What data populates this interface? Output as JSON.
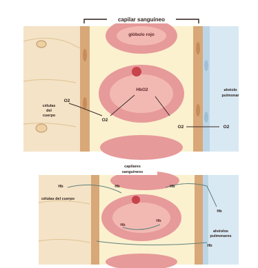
{
  "top_panel": {
    "bracket_title": "capilar sanguíneo",
    "rbc_top_label": "glóbulo rojo",
    "hemo_label": "HbO2",
    "o2_left": "O2",
    "o2_mid": "O2",
    "o2_right_a": "O2",
    "o2_right_b": "O2",
    "left_side_label_1": "células",
    "left_side_label_2": "del",
    "left_side_label_3": "cuerpo",
    "right_side_label_1": "alvéolo",
    "right_side_label_2": "pulmonar"
  },
  "bottom_panel": {
    "capillary_label_1": "capilares",
    "capillary_label_2": "sanguíneos",
    "cells_label": "células del cuerpo",
    "hb_left": "Hb",
    "hb_mid": "Hb",
    "hb_right": "Hb",
    "hb_center_1": "Hb",
    "hb_center_2": "Hb",
    "hb_alveoli": "Hb",
    "alveoli_label_1": "alvéolos",
    "alveoli_label_2": "pulmonares",
    "bottom_tag": "Hb"
  },
  "colors": {
    "bg": "#ffffff",
    "tissue": "#f4e3c6",
    "tissue_dark": "#e7c797",
    "capillary_wall": "#d9a878",
    "rbc_outer": "#e79a9a",
    "rbc_inner": "#f2b9b3",
    "plasma": "#fbf1cf",
    "alveolus": "#d9e9f3",
    "ink": "#2b1d1a"
  }
}
